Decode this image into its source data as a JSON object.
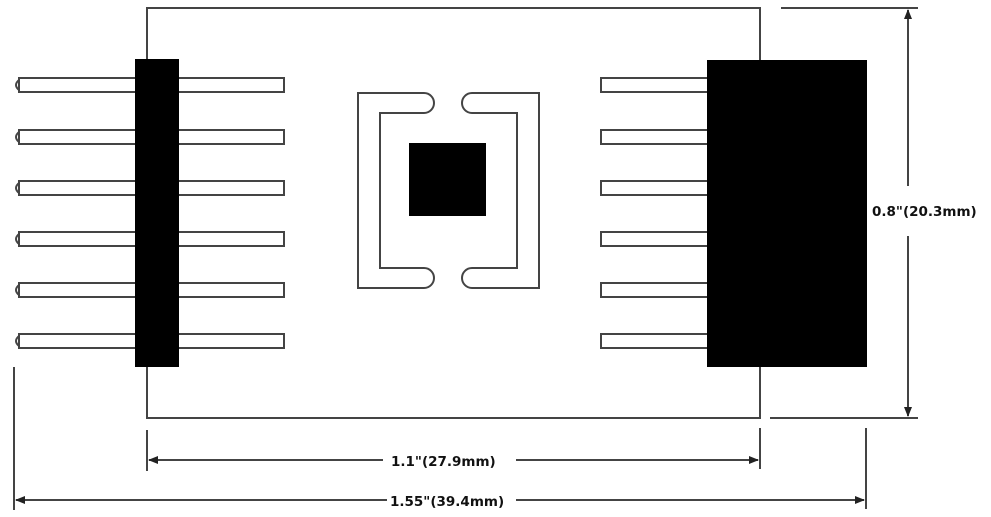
{
  "diagram": {
    "title": "Pin header adapter board dimensional drawing",
    "colors": {
      "line": "#444444",
      "fill_dark": "#000000",
      "background": "#ffffff",
      "text": "#111111"
    },
    "board": {
      "label": "pcb-outline"
    },
    "left_header": {
      "pin_count": 6,
      "pin_rows_y": [
        85,
        137,
        188,
        239,
        290,
        341
      ]
    },
    "right_header": {
      "pin_count": 6,
      "pin_rows_y": [
        85,
        137,
        188,
        239,
        290,
        341
      ]
    },
    "center_component": {
      "label": "center-ic-footprint"
    },
    "dimensions": {
      "height": {
        "inches": "0.8\"",
        "mm": "(20.3mm)",
        "label": "0.8\"(20.3mm)"
      },
      "board_width": {
        "inches": "1.1\"",
        "mm": "(27.9mm)",
        "label": "1.1\"(27.9mm)"
      },
      "overall_width": {
        "inches": "1.55\"",
        "mm": "(39.4mm)",
        "label": "1.55\"(39.4mm)"
      }
    }
  }
}
